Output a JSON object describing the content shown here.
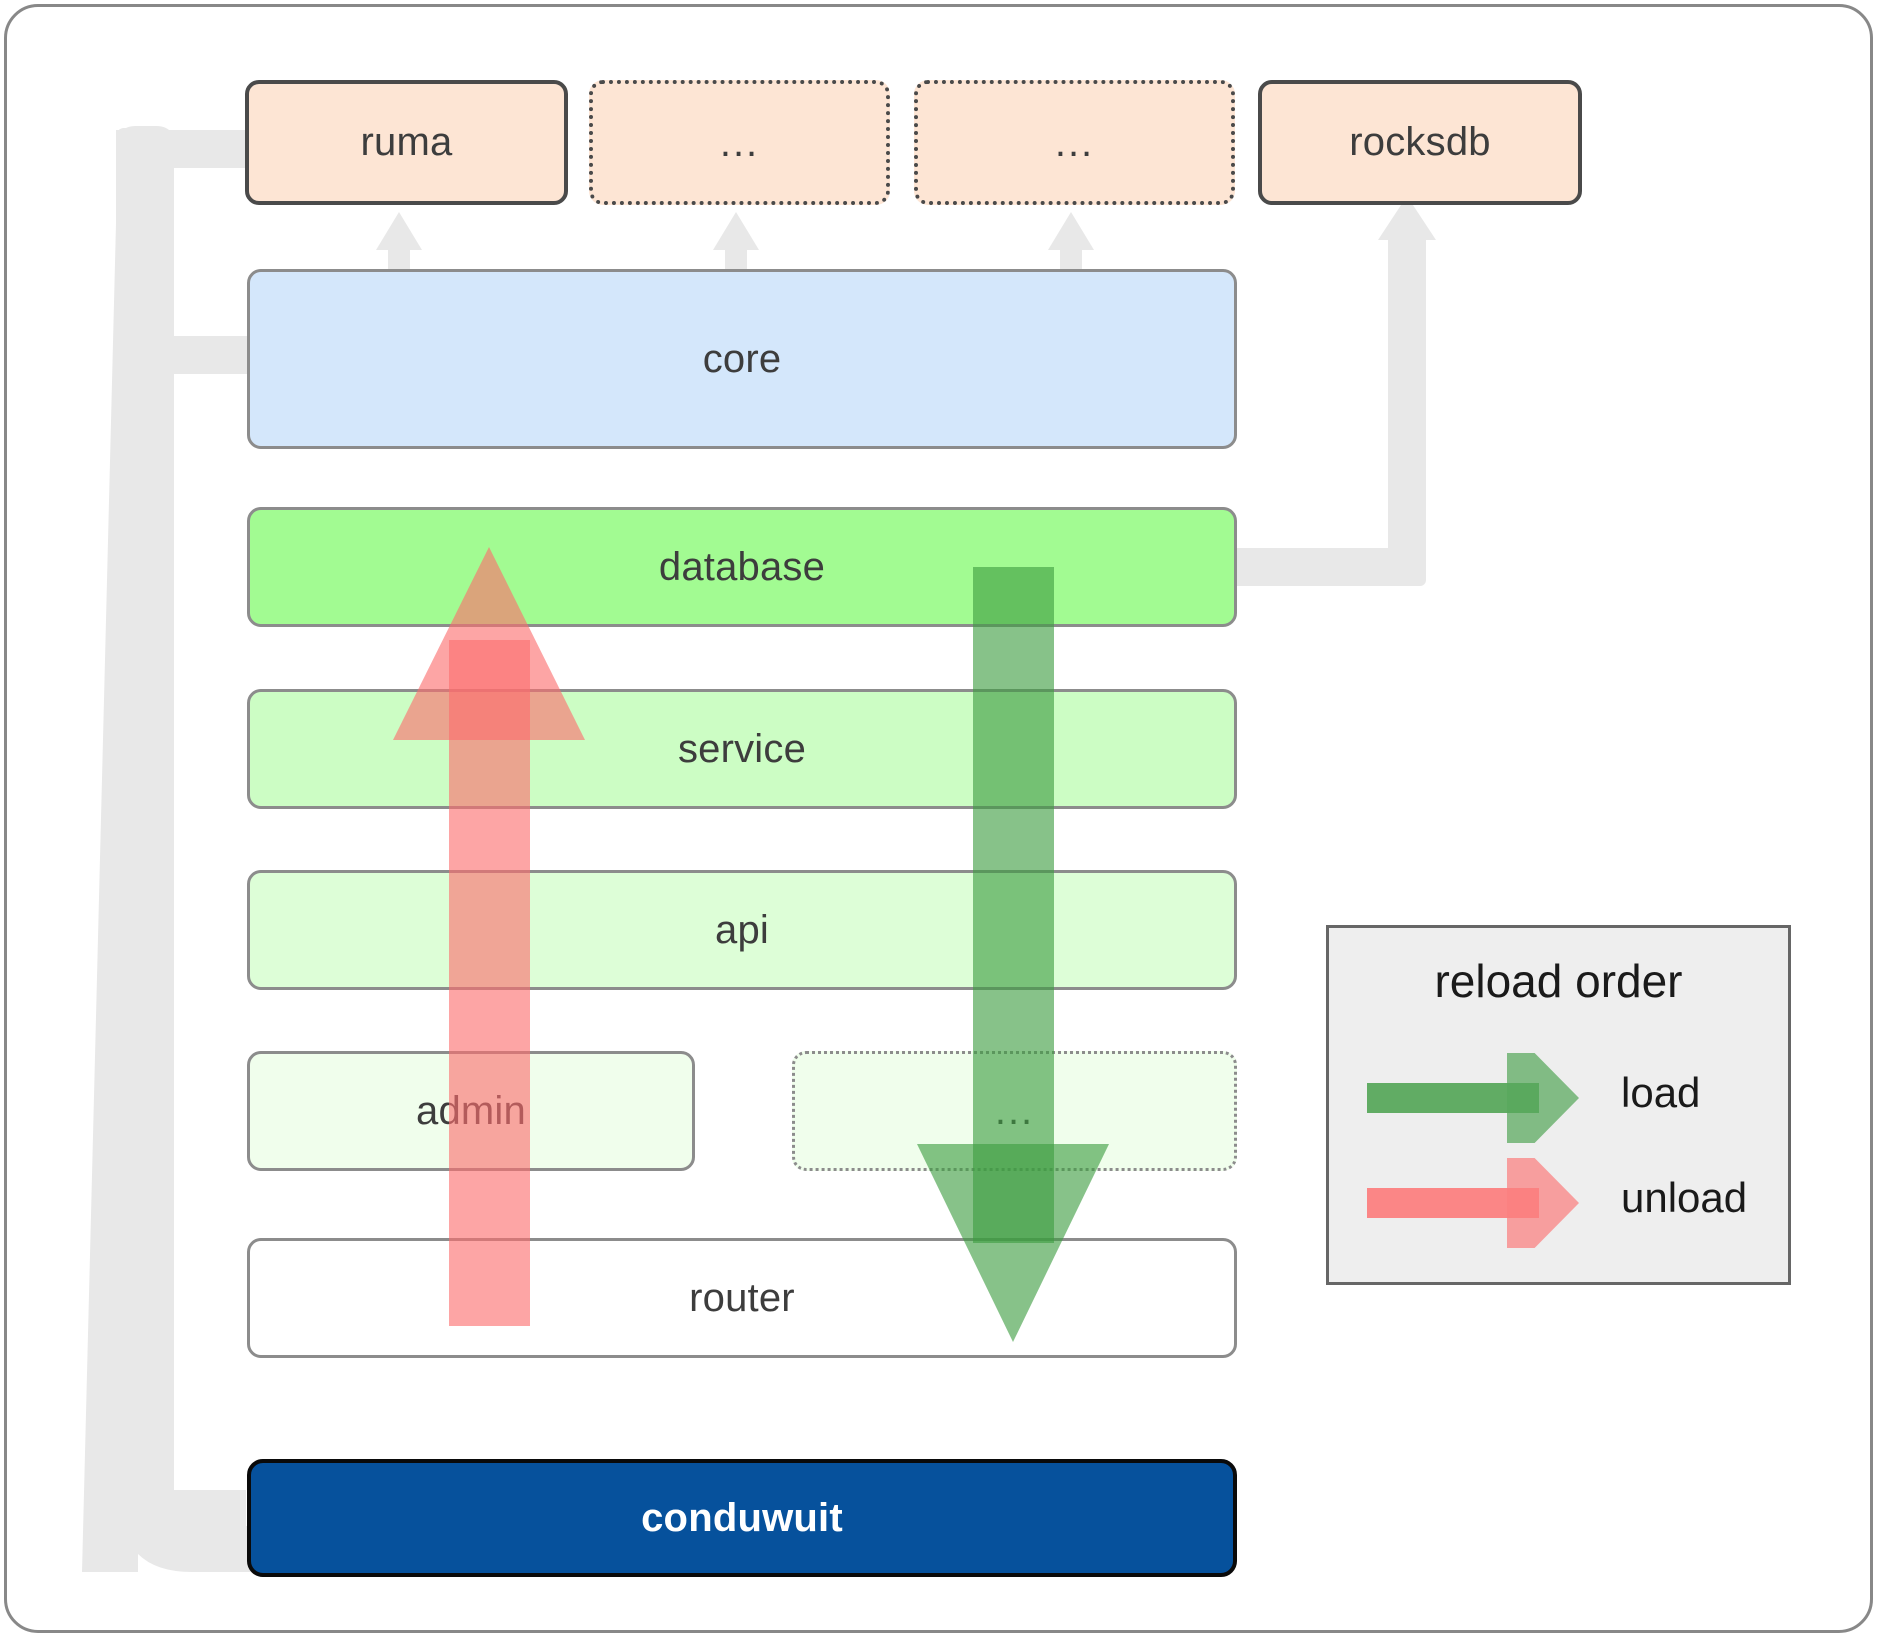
{
  "diagram": {
    "title": "conduwuit crate dependency / reload order",
    "background": "#ffffff",
    "frame_color": "#888888"
  },
  "nodes": {
    "external": [
      {
        "id": "ruma",
        "label": "ruma",
        "style": "solid-dark",
        "fill": "#fde5d4"
      },
      {
        "id": "ext1",
        "label": "...",
        "style": "dotted-dark",
        "fill": "#fde5d4"
      },
      {
        "id": "ext2",
        "label": "...",
        "style": "dotted-dark",
        "fill": "#fde5d4"
      },
      {
        "id": "rocksdb",
        "label": "rocksdb",
        "style": "solid-dark",
        "fill": "#fde5d4"
      }
    ],
    "layers": [
      {
        "id": "core",
        "label": "core",
        "style": "solid-grey",
        "fill": "#d4e7fb"
      },
      {
        "id": "database",
        "label": "database",
        "style": "solid-grey",
        "fill": "#a2fb92"
      },
      {
        "id": "service",
        "label": "service",
        "style": "solid-grey",
        "fill": "#ccfdc4"
      },
      {
        "id": "api",
        "label": "api",
        "style": "solid-grey",
        "fill": "#ddfed7"
      },
      {
        "id": "admin",
        "label": "admin",
        "style": "solid-grey",
        "fill": "#f0feec"
      },
      {
        "id": "more",
        "label": "...",
        "style": "dotted-grey",
        "fill": "#f0feec"
      },
      {
        "id": "router",
        "label": "router",
        "style": "solid-grey",
        "fill": "#ffffff"
      }
    ],
    "binary": {
      "id": "conduwuit",
      "label": "conduwuit",
      "fill": "#06519c",
      "text_color": "#ffffff"
    }
  },
  "legend": {
    "title": "reload order",
    "items": [
      {
        "label": "load",
        "color": "#58a85c",
        "direction": "right"
      },
      {
        "label": "unload",
        "color": "#fb8080",
        "direction": "right"
      }
    ]
  },
  "flows": {
    "load": {
      "label": "load",
      "color": "#3d9c41",
      "direction": "down",
      "from": "database",
      "to": "router"
    },
    "unload": {
      "label": "unload",
      "color": "#fb6e6e",
      "direction": "up",
      "from": "router",
      "to": "database"
    },
    "link_color": "#e8e8e8"
  }
}
